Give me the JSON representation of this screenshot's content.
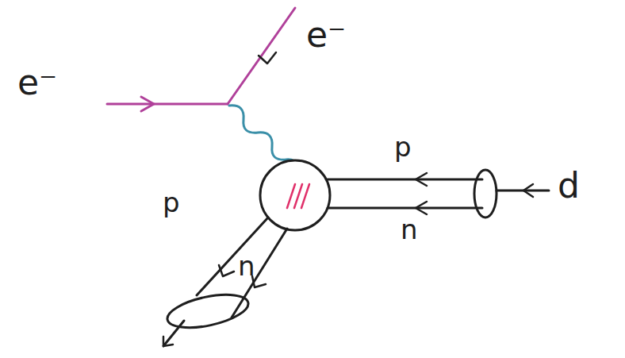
{
  "diagram": {
    "labels": [
      "e⁻",
      "e⁻",
      "p",
      "n",
      "d",
      "p",
      "n"
    ]
  }
}
